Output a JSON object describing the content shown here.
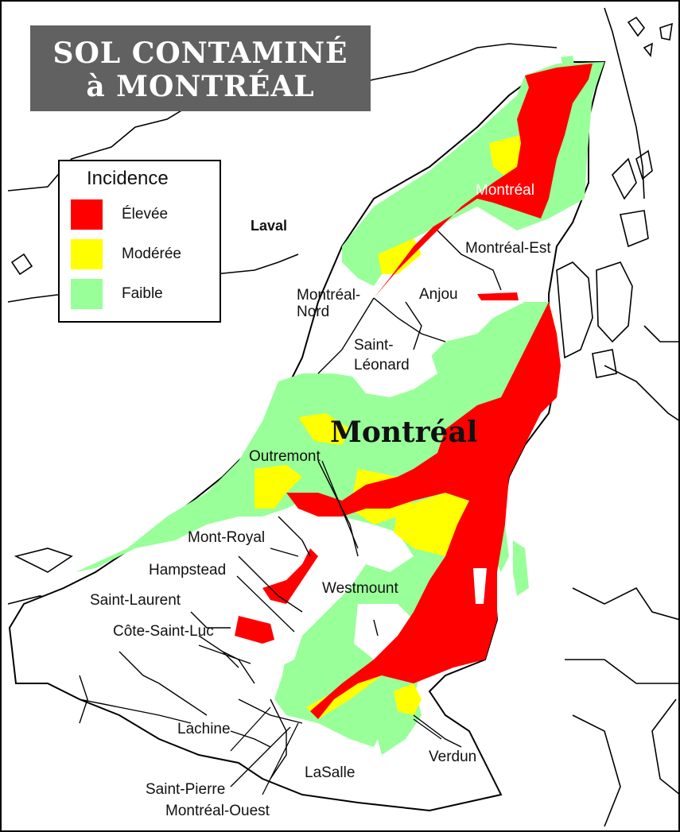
{
  "title": {
    "line1": "SOL CONTAMINÉ",
    "line2": "à MONTRÉAL"
  },
  "legend": {
    "title": "Incidence",
    "items": [
      {
        "label": "Élevée",
        "color": "#ff0000"
      },
      {
        "label": "Modérée",
        "color": "#ffff00"
      },
      {
        "label": "Faible",
        "color": "#99ff99"
      }
    ]
  },
  "colors": {
    "high": "#ff0000",
    "moderate": "#ffff00",
    "low": "#99ff99",
    "title_bg": "#616161",
    "outline": "#000000"
  },
  "labels": {
    "laval": "Laval",
    "montreal_north_label": "Montréal",
    "montreal_est": "Montréal-Est",
    "anjou": "Anjou",
    "montreal_nord_1": "Montréal-",
    "montreal_nord_2": "Nord",
    "saint_leonard_1": "Saint-",
    "saint_leonard_2": "Léonard",
    "montreal_main": "Montréal",
    "outremont": "Outremont",
    "mont_royal": "Mont-Royal",
    "hampstead": "Hampstead",
    "westmount": "Westmount",
    "saint_laurent": "Saint-Laurent",
    "cote_saint_luc": "Côte-Saint-Luc",
    "lachine": "Lachine",
    "verdun": "Verdun",
    "lasalle": "LaSalle",
    "saint_pierre": "Saint-Pierre",
    "montreal_ouest": "Montréal-Ouest"
  }
}
